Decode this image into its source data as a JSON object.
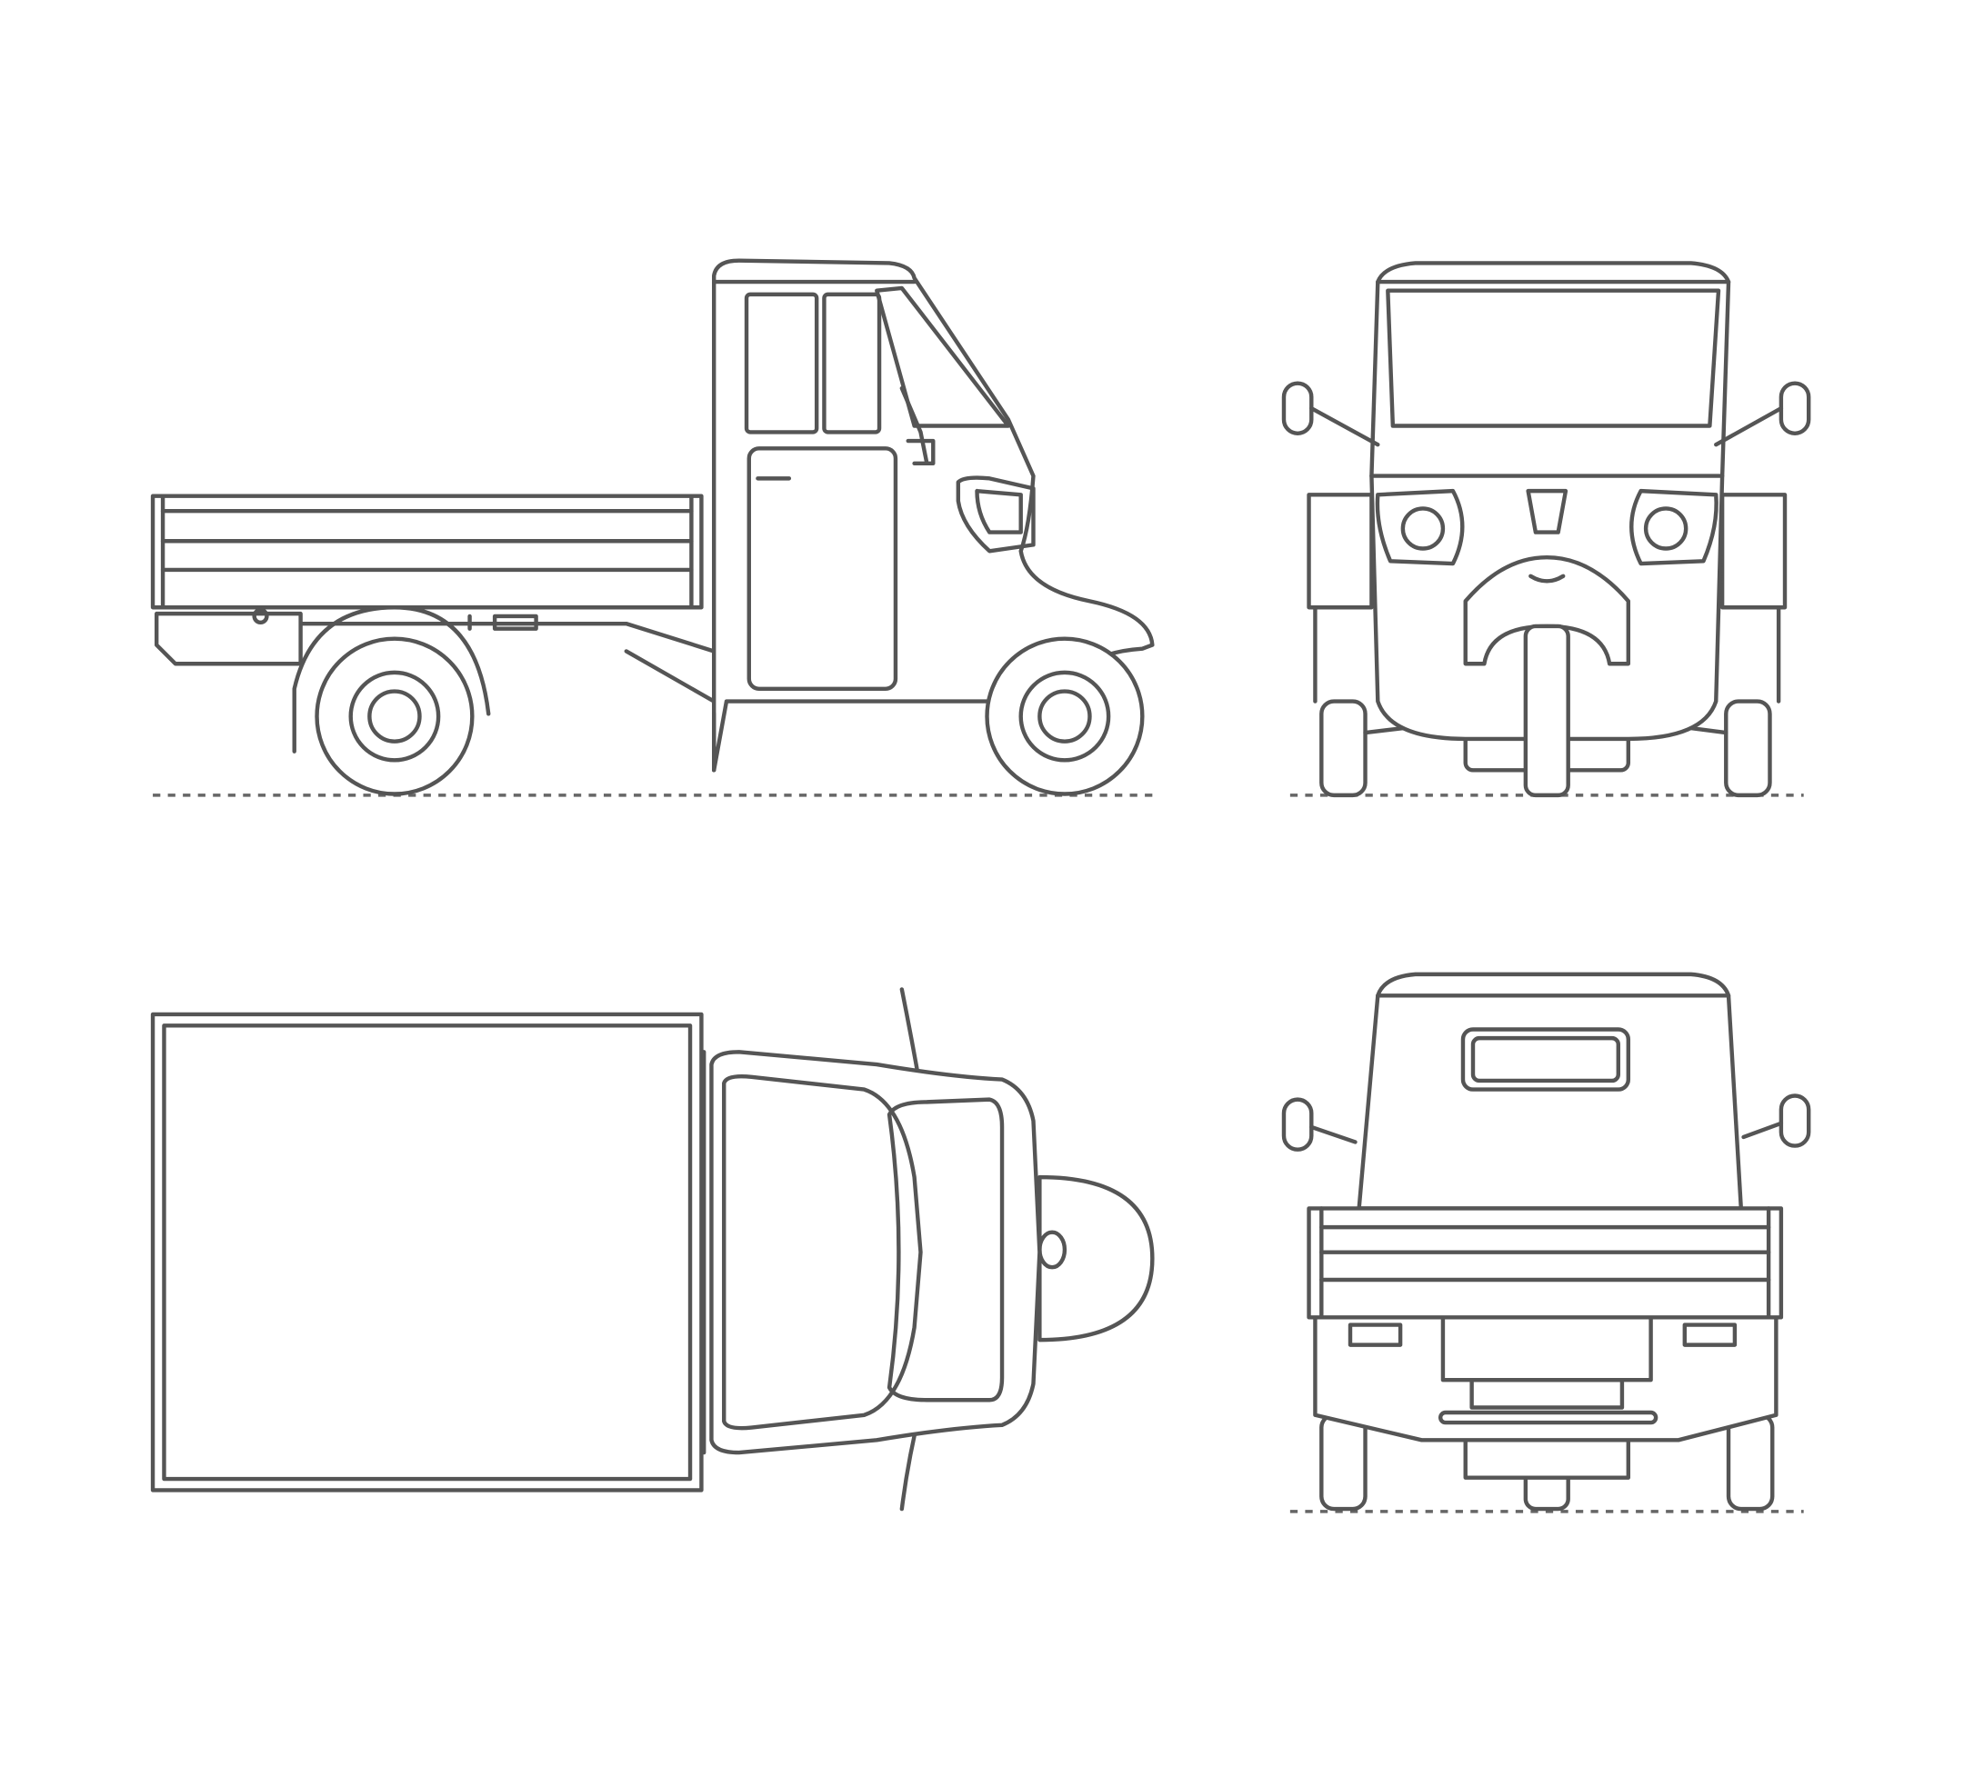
{
  "colors": {
    "line": "#555555",
    "background": "#ffffff"
  },
  "views": [
    "side",
    "front",
    "top",
    "rear"
  ]
}
